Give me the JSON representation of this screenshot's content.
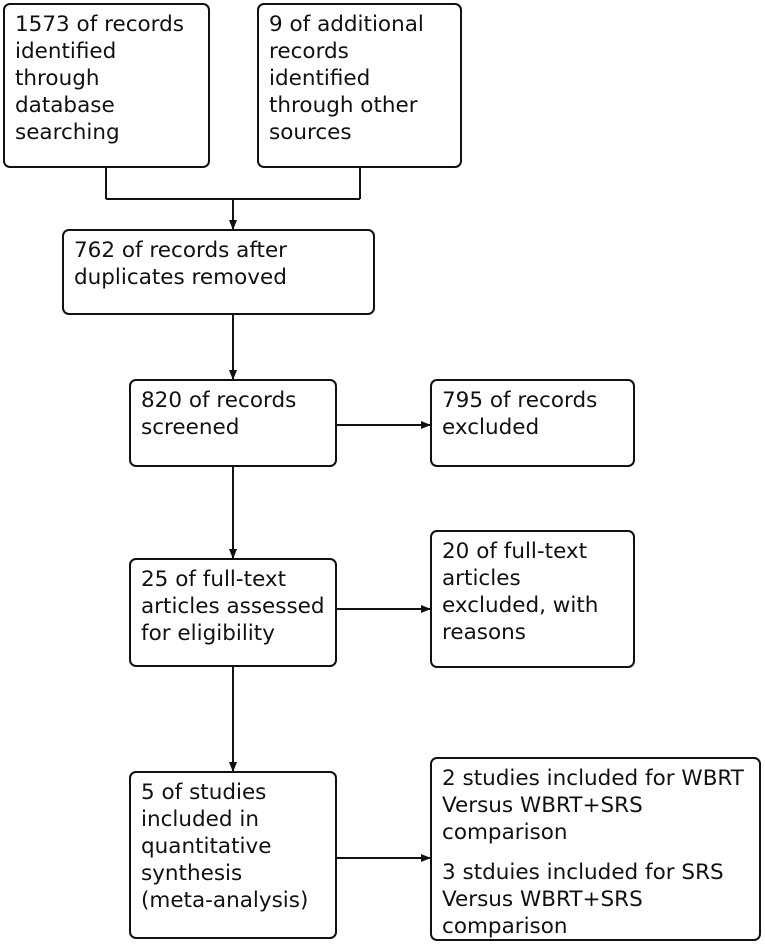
{
  "flowchart": {
    "identified_db": {
      "lines": [
        "1573 of records",
        "identified",
        "through",
        "database",
        "searching"
      ]
    },
    "identified_other": {
      "lines": [
        "9 of additional",
        "records",
        "identified",
        "through other",
        "sources"
      ]
    },
    "after_duplicates": {
      "lines": [
        "762 of records after",
        "duplicates removed"
      ]
    },
    "screened": {
      "lines": [
        "820 of records",
        "screened"
      ]
    },
    "screened_excluded": {
      "lines": [
        "795 of records",
        "excluded"
      ]
    },
    "fulltext_assessed": {
      "lines": [
        "25 of full-text",
        "articles assessed",
        "for eligibility"
      ]
    },
    "fulltext_excluded": {
      "lines": [
        "20 of full-text",
        "articles",
        "excluded, with",
        "reasons"
      ]
    },
    "included": {
      "lines": [
        "5 of studies",
        "included in",
        "quantitative",
        "synthesis",
        "(meta-analysis)"
      ]
    },
    "included_breakdown": {
      "groups": [
        {
          "lines": [
            "2 studies included for WBRT",
            "Versus WBRT+SRS",
            "comparison"
          ]
        },
        {
          "lines": [
            "3 stduies included for SRS",
            "Versus WBRT+SRS",
            "comparison"
          ]
        }
      ]
    }
  },
  "colors": {
    "stroke": "#111111",
    "background": "#ffffff"
  }
}
